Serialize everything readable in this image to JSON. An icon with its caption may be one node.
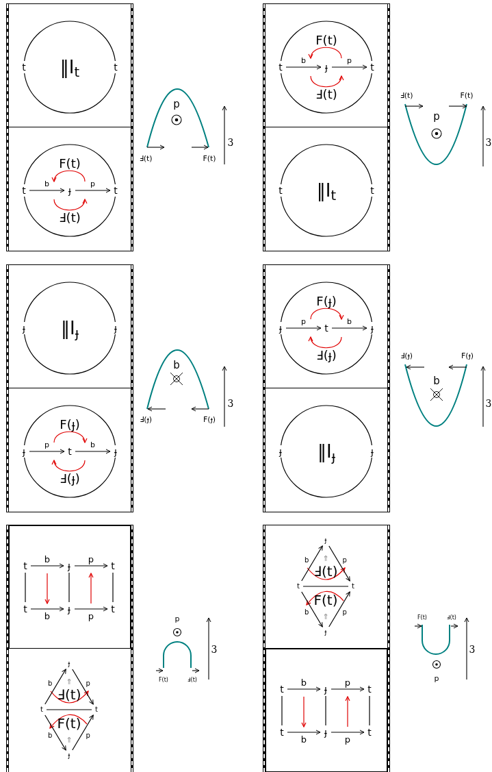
{
  "diagram": {
    "nodes": [
      {
        "text": [],
        "shape": "box"
      },
      {
        "text": [
          "‖I$_{t}$"
        ],
        "in": 0
      },
      {
        "text": [
          "t"
        ],
        "in": 1
      },
      {
        "text": [
          "t"
        ],
        "in": 1
      },
      {
        "text": [
          "F(t)",
          "Ⅎ(t)"
        ],
        "in": 0
      },
      {
        "text": [
          "t"
        ],
        "in": 4
      },
      {
        "text": [
          "ɟ"
        ],
        "in": 4
      },
      {
        "text": [
          "t"
        ],
        "in": 4
      },
      {
        "text": [],
        "shape": "box"
      },
      {
        "text": [
          "F(t)",
          "Ⅎ(t)"
        ],
        "in": 8
      },
      {
        "text": [
          "t"
        ],
        "in": 9
      },
      {
        "text": [
          "ɟ"
        ],
        "in": 9
      },
      {
        "text": [
          "t"
        ],
        "in": 9
      },
      {
        "text": [
          "‖I$_{t}$"
        ],
        "in": 8
      },
      {
        "text": [
          "t"
        ],
        "in": 13
      },
      {
        "text": [
          "t"
        ],
        "in": 13
      },
      {
        "text": [],
        "shape": "box"
      },
      {
        "text": [
          "‖I$_{ɟ}$"
        ],
        "in": 16
      },
      {
        "text": [
          "ɟ"
        ],
        "in": 17
      },
      {
        "text": [
          "ɟ"
        ],
        "in": 17
      },
      {
        "text": [
          "F(ɟ)",
          "Ⅎ(ɟ)"
        ],
        "in": 16
      },
      {
        "text": [
          "ɟ"
        ],
        "in": 20
      },
      {
        "text": [
          "t"
        ],
        "in": 20
      },
      {
        "text": [
          "ɟ"
        ],
        "in": 20
      },
      {
        "text": [],
        "shape": "box"
      },
      {
        "text": [
          "F(ɟ)",
          "Ⅎ(ɟ)"
        ],
        "in": 24
      },
      {
        "text": [
          "ɟ"
        ],
        "in": 25
      },
      {
        "text": [
          "t"
        ],
        "in": 25
      },
      {
        "text": [
          "ɟ"
        ],
        "in": 25
      },
      {
        "text": [
          "‖I$_{ɟ}$"
        ],
        "in": 24
      },
      {
        "text": [
          "ɟ"
        ],
        "in": 29
      },
      {
        "text": [
          "ɟ"
        ],
        "in": 29
      },
      {
        "text": [],
        "shape": "box"
      },
      {
        "text": [],
        "shape": "box",
        "in": 32
      },
      {
        "text": [
          "t"
        ],
        "in": 33
      },
      {
        "text": [
          "ɟ"
        ],
        "in": 33
      },
      {
        "text": [
          "t"
        ],
        "in": 33
      },
      {
        "text": [
          "t"
        ],
        "in": 33
      },
      {
        "text": [
          "ɟ"
        ],
        "in": 33
      },
      {
        "text": [
          "t"
        ],
        "in": 33
      },
      {
        "text": [
          "⇑",
          "Ⅎ(t)",
          "F(t)",
          "⇑"
        ],
        "in": 32
      },
      {
        "text": [
          "ɟ"
        ],
        "in": 40
      },
      {
        "text": [
          "t"
        ],
        "in": 40
      },
      {
        "text": [
          "t"
        ],
        "in": 40
      },
      {
        "text": [
          "ɟ"
        ],
        "in": 40
      },
      {
        "text": [],
        "shape": "box"
      },
      {
        "text": [
          "⇑",
          "Ⅎ(t)",
          "F(t)",
          "⇑"
        ],
        "in": 45
      },
      {
        "text": [
          "ɟ"
        ],
        "in": 46
      },
      {
        "text": [
          "t"
        ],
        "in": 46
      },
      {
        "text": [
          "t"
        ],
        "in": 46
      },
      {
        "text": [
          "ɟ"
        ],
        "in": 46
      },
      {
        "text": [],
        "shape": "box",
        "in": 45
      },
      {
        "text": [
          "t"
        ],
        "in": 51
      },
      {
        "text": [
          "ɟ"
        ],
        "in": 51
      },
      {
        "text": [
          "t"
        ],
        "in": 51
      },
      {
        "text": [
          "t"
        ],
        "in": 51
      },
      {
        "text": [
          "ɟ"
        ],
        "in": 51
      },
      {
        "text": [
          "t"
        ],
        "in": 51
      }
    ],
    "edges": [
      {
        "from": 2,
        "to": 3,
        "arrow": "none"
      },
      {
        "from": 2,
        "to": 3,
        "arrow": "none"
      },
      {
        "from": 5,
        "to": 7,
        "arrow": "none"
      },
      {
        "from": 5,
        "to": 7,
        "arrow": "none"
      },
      {
        "from": 5,
        "to": 6,
        "arrow": "to",
        "label": "b"
      },
      {
        "from": 6,
        "to": 7,
        "arrow": "to",
        "label": "p"
      },
      {
        "from": 10,
        "to": 12,
        "arrow": "none"
      },
      {
        "from": 10,
        "to": 12,
        "arrow": "none"
      },
      {
        "from": 10,
        "to": 11,
        "arrow": "to",
        "label": "b"
      },
      {
        "from": 11,
        "to": 12,
        "arrow": "to",
        "label": "p"
      },
      {
        "from": 14,
        "to": 15,
        "arrow": "none"
      },
      {
        "from": 14,
        "to": 15,
        "arrow": "none"
      },
      {
        "from": 18,
        "to": 19,
        "arrow": "none"
      },
      {
        "from": 18,
        "to": 19,
        "arrow": "none"
      },
      {
        "from": 21,
        "to": 23,
        "arrow": "none"
      },
      {
        "from": 21,
        "to": 23,
        "arrow": "none"
      },
      {
        "from": 21,
        "to": 22,
        "arrow": "to",
        "label": "p"
      },
      {
        "from": 22,
        "to": 23,
        "arrow": "to",
        "label": "b"
      },
      {
        "from": 26,
        "to": 28,
        "arrow": "none"
      },
      {
        "from": 26,
        "to": 28,
        "arrow": "none"
      },
      {
        "from": 26,
        "to": 27,
        "arrow": "to",
        "label": "p"
      },
      {
        "from": 27,
        "to": 28,
        "arrow": "to",
        "label": "b"
      },
      {
        "from": 30,
        "to": 31,
        "arrow": "none"
      },
      {
        "from": 30,
        "to": 31,
        "arrow": "none"
      },
      {
        "from": 34,
        "to": 35,
        "arrow": "to",
        "label": "b"
      },
      {
        "from": 35,
        "to": 36,
        "arrow": "to",
        "label": "p"
      },
      {
        "from": 37,
        "to": 38,
        "arrow": "to",
        "label": "b"
      },
      {
        "from": 38,
        "to": 39,
        "arrow": "to",
        "label": "p"
      },
      {
        "from": 34,
        "to": 37,
        "arrow": "none"
      },
      {
        "from": 35,
        "to": 38,
        "arrow": "none"
      },
      {
        "from": 36,
        "to": 39,
        "arrow": "none"
      },
      {
        "from": 42,
        "to": 41,
        "arrow": "to",
        "label": "b"
      },
      {
        "from": 41,
        "to": 43,
        "arrow": "to",
        "label": "p"
      },
      {
        "from": 42,
        "to": 43,
        "arrow": "none"
      },
      {
        "from": 42,
        "to": 44,
        "arrow": "to",
        "label": "b"
      },
      {
        "from": 44,
        "to": 43,
        "arrow": "to",
        "label": "p"
      },
      {
        "from": 48,
        "to": 47,
        "arrow": "to",
        "label": "b"
      },
      {
        "from": 47,
        "to": 49,
        "arrow": "to",
        "label": "p"
      },
      {
        "from": 48,
        "to": 49,
        "arrow": "none"
      },
      {
        "from": 48,
        "to": 50,
        "arrow": "to",
        "label": "b"
      },
      {
        "from": 50,
        "to": 49,
        "arrow": "to",
        "label": "p"
      },
      {
        "from": 52,
        "to": 53,
        "arrow": "to",
        "label": "b"
      },
      {
        "from": 53,
        "to": 54,
        "arrow": "to",
        "label": "p"
      },
      {
        "from": 55,
        "to": 56,
        "arrow": "to",
        "label": "b"
      },
      {
        "from": 56,
        "to": 57,
        "arrow": "to",
        "label": "p"
      },
      {
        "from": 52,
        "to": 55,
        "arrow": "none"
      },
      {
        "from": 53,
        "to": 56,
        "arrow": "none"
      },
      {
        "from": 54,
        "to": 57,
        "arrow": "none"
      }
    ],
    "labels": [
      "p",
      "3",
      "Ⅎ(t)",
      "F(t)",
      "Ⅎ(t)",
      "F(t)",
      "p",
      "3",
      "b",
      "3",
      "Ⅎ(ɟ)",
      "F(ɟ)",
      "Ⅎ(ɟ)",
      "F(ɟ)",
      "b",
      "3",
      "p",
      "3",
      "F(t)",
      "Ⅎ(t)",
      "F(t)",
      "Ⅎ(t)",
      "3",
      "p"
    ]
  }
}
